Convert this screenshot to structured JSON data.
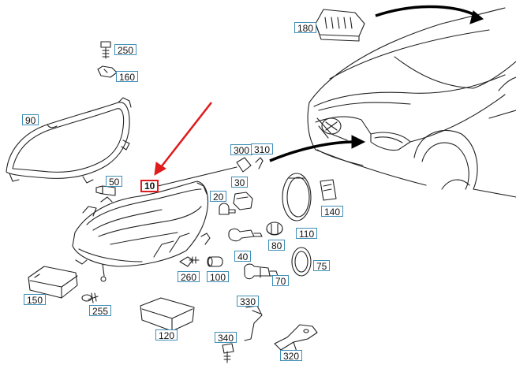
{
  "diagram": {
    "callouts": {
      "c10": "10",
      "c20": "20",
      "c30": "30",
      "c40": "40",
      "c50": "50",
      "c70": "70",
      "c75": "75",
      "c80": "80",
      "c90": "90",
      "c100": "100",
      "c110": "110",
      "c120": "120",
      "c140": "140",
      "c150": "150",
      "c160": "160",
      "c180": "180",
      "c250": "250",
      "c255": "255",
      "c260": "260",
      "c300": "300",
      "c310": "310",
      "c320": "320",
      "c330": "330",
      "c340": "340"
    },
    "colors": {
      "line": "#222222",
      "callout_border": "#3f8fb8",
      "highlight": "#e01b1b"
    }
  }
}
